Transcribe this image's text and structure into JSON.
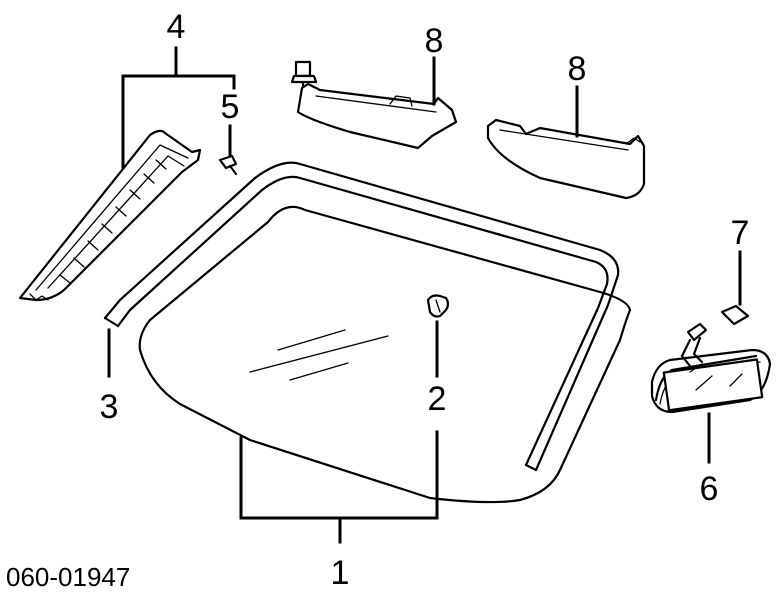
{
  "callouts": {
    "c1": "1",
    "c2": "2",
    "c3": "3",
    "c4": "4",
    "c5": "5",
    "c6": "6",
    "c7": "7",
    "c8a": "8",
    "c8b": "8"
  },
  "reference_code": "060-01947"
}
